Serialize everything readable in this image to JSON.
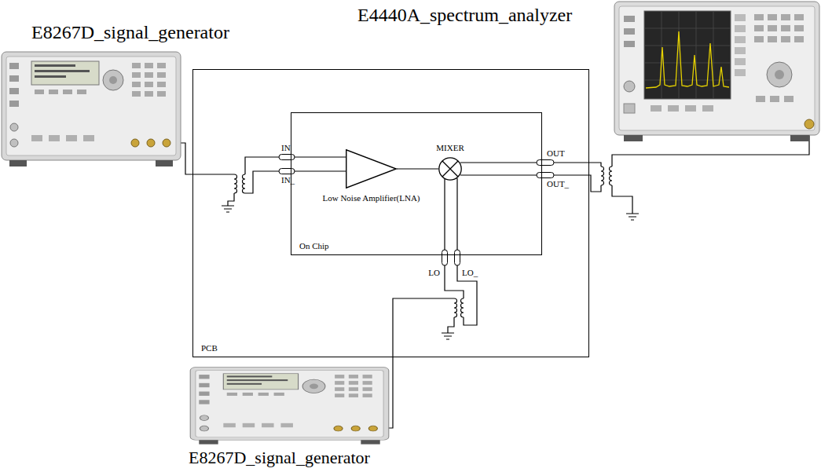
{
  "diagram": {
    "nodes": [
      {
        "text": [
          "E4440A_spectrum_analyzer"
        ]
      },
      {
        "text": [
          "E8267D_signal_generator"
        ]
      },
      {
        "text": [
          "PCB"
        ]
      },
      {
        "text": [
          "On Chip"
        ],
        "in": 2
      },
      {
        "text": [
          "Low Noise Amplifier(LNA)"
        ],
        "in": 3
      },
      {
        "text": [
          "MIXER"
        ],
        "in": 3
      },
      {
        "text": [
          "E8267D_signal_generator"
        ]
      }
    ],
    "edges": [
      {
        "from": 4,
        "to": 5,
        "arrow": "none"
      }
    ],
    "labels": [
      "IN",
      "IN_",
      "OUT",
      "OUT_",
      "LO",
      "LO_"
    ]
  }
}
